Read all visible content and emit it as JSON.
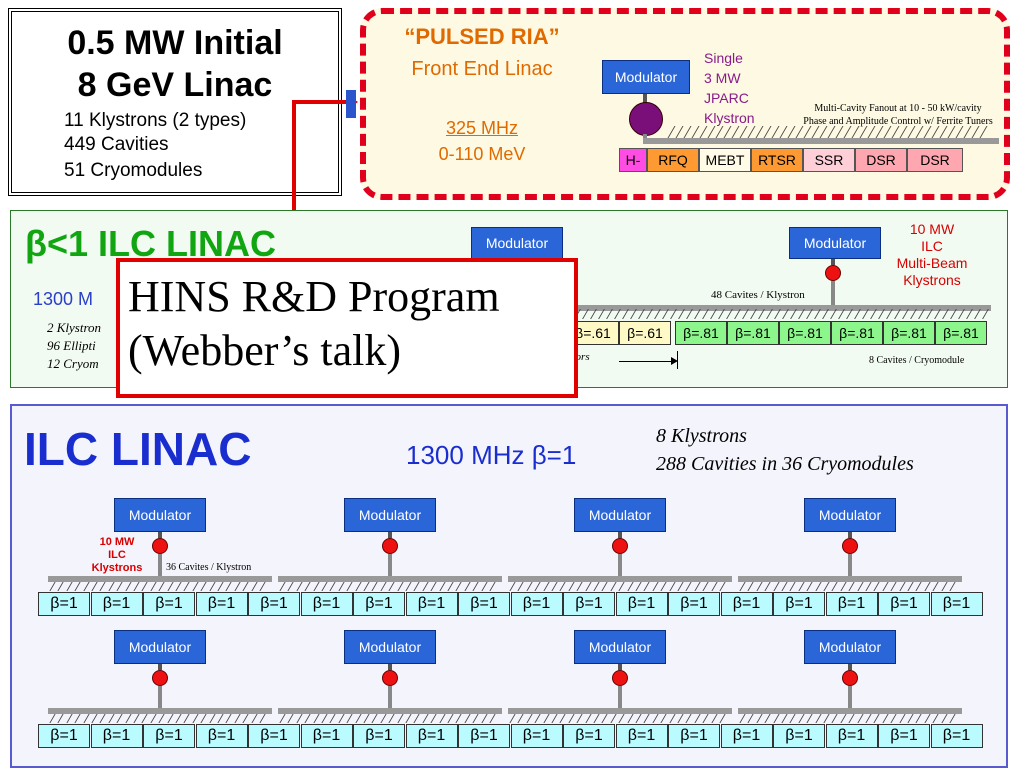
{
  "initial": {
    "title1": "0.5 MW Initial",
    "title2": "8 GeV Linac",
    "lines": [
      "11  Klystrons  (2 types)",
      "449 Cavities",
      "51  Cryomodules"
    ]
  },
  "ria": {
    "title": "“PULSED RIA”",
    "subtitle": "Front End Linac",
    "freq": "325 MHz",
    "energy": "0-110 MeV",
    "modulator": "Modulator",
    "klystron_label": [
      "Single",
      "3 MW",
      "JPARC",
      "Klystron"
    ],
    "fanout_note": [
      "Multi-Cavity Fanout at 10 - 50 kW/cavity",
      "Phase and Amplitude Control w/ Ferrite Tuners"
    ],
    "segments": [
      "H-",
      "RFQ",
      "MEBT",
      "RTSR",
      "SSR",
      "DSR",
      "DSR"
    ]
  },
  "beta_lt1": {
    "title": "β<1 ILC LINAC",
    "freq": "1300 M",
    "lines": [
      "2 Klystron",
      "96 Ellipti",
      "12 Cryom"
    ],
    "modulator": "Modulator",
    "klystron_label": [
      "10 MW",
      "ILC",
      "Multi-Beam",
      "Klystrons"
    ],
    "cavities_per_klystron": "48 Cavites / Klystron",
    "cavities_per_cryo": "8 Cavites / Cryomodule",
    "partial_label": "ators",
    "cells": [
      "β=.61",
      "β=.61",
      "β=.81",
      "β=.81",
      "β=.81",
      "β=.81",
      "β=.81",
      "β=.81"
    ]
  },
  "hins": {
    "line1": "HINS R&D Program",
    "line2": "(Webber’s talk)"
  },
  "ilc": {
    "title": "ILC LINAC",
    "freq": "1300 MHz  β=1",
    "note1": "8 Klystrons",
    "note2": "288 Cavities in 36 Cryomodules",
    "modulator": "Modulator",
    "klystron_label": [
      "10 MW",
      "ILC",
      "Klystrons"
    ],
    "cavities_per_klystron": "36 Cavites / Klystron",
    "cell": "β=1"
  },
  "colors": {
    "modulator": "#2b66d8",
    "ria_border": "#e0001b",
    "hins_border": "#e00000",
    "ilc_title": "#1a2ed0",
    "beta_title": "#11a611"
  }
}
